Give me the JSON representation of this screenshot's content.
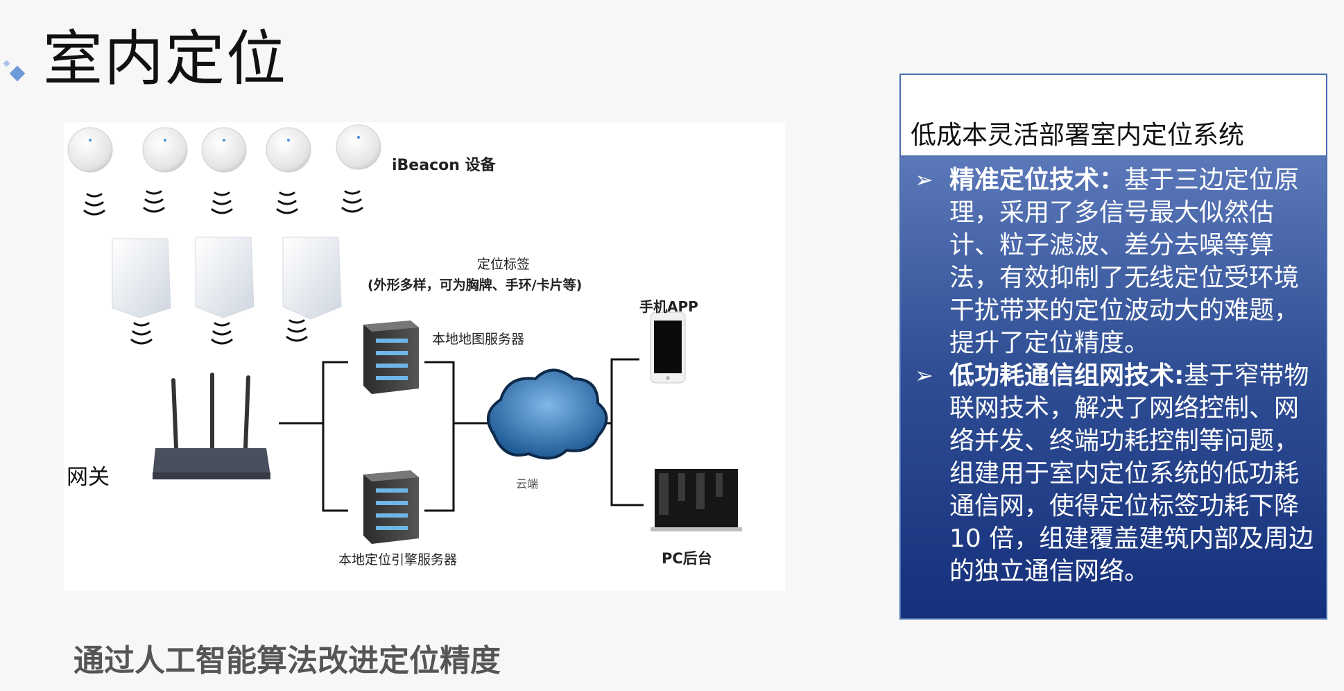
{
  "slide": {
    "title": "室内定位",
    "caption": "通过人工智能算法改进定位精度"
  },
  "diagram": {
    "beacon_label": "iBeacon 设备",
    "tags_label": "定位标签",
    "tags_sublabel": "(外形多样，可为胸牌、手环/卡片等)",
    "map_server_label": "本地地图服务器",
    "engine_server_label": "本地定位引擎服务器",
    "cloud_label": "云端",
    "phone_label": "手机APP",
    "pc_label": "PC后台",
    "gateway_label": "网关"
  },
  "panel": {
    "header": "低成本灵活部署室内定位系统",
    "items": [
      {
        "marker": "➢",
        "title": "精准定位技术：",
        "text": "基于三边定位原理，采用了多信号最大似然估计、粒子滤波、差分去噪等算法，有效抑制了无线定位受环境干扰带来的定位波动大的难题，提升了定位精度。"
      },
      {
        "marker": "➢",
        "title": "低功耗通信组网技术:",
        "text": "基于窄带物联网技术，解决了网络控制、网络并发、终端功耗控制等问题，组建用于室内定位系统的低功耗通信网，使得定位标签功耗下降 10 倍，组建覆盖建筑内部及周边的独立通信网络。"
      }
    ]
  },
  "colors": {
    "panel_top": "#5b78b9",
    "panel_bottom": "#16307b",
    "panel_border": "#4a6fb0",
    "deco_blue": "#6f9ad8"
  }
}
